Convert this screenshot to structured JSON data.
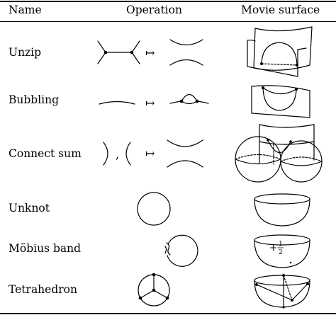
{
  "table": {
    "headers": {
      "name": "Name",
      "operation": "Operation",
      "movie": "Movie surface"
    },
    "rows": [
      {
        "name": "Unzip"
      },
      {
        "name": "Bubbling"
      },
      {
        "name": "Connect sum",
        "separator": ","
      },
      {
        "name": "Unknot"
      },
      {
        "name": "Möbius band",
        "annotation_sign": "+",
        "annotation_num": "1",
        "annotation_den": "2"
      },
      {
        "name": "Tetrahedron"
      }
    ],
    "arrow_symbol": "↦"
  }
}
